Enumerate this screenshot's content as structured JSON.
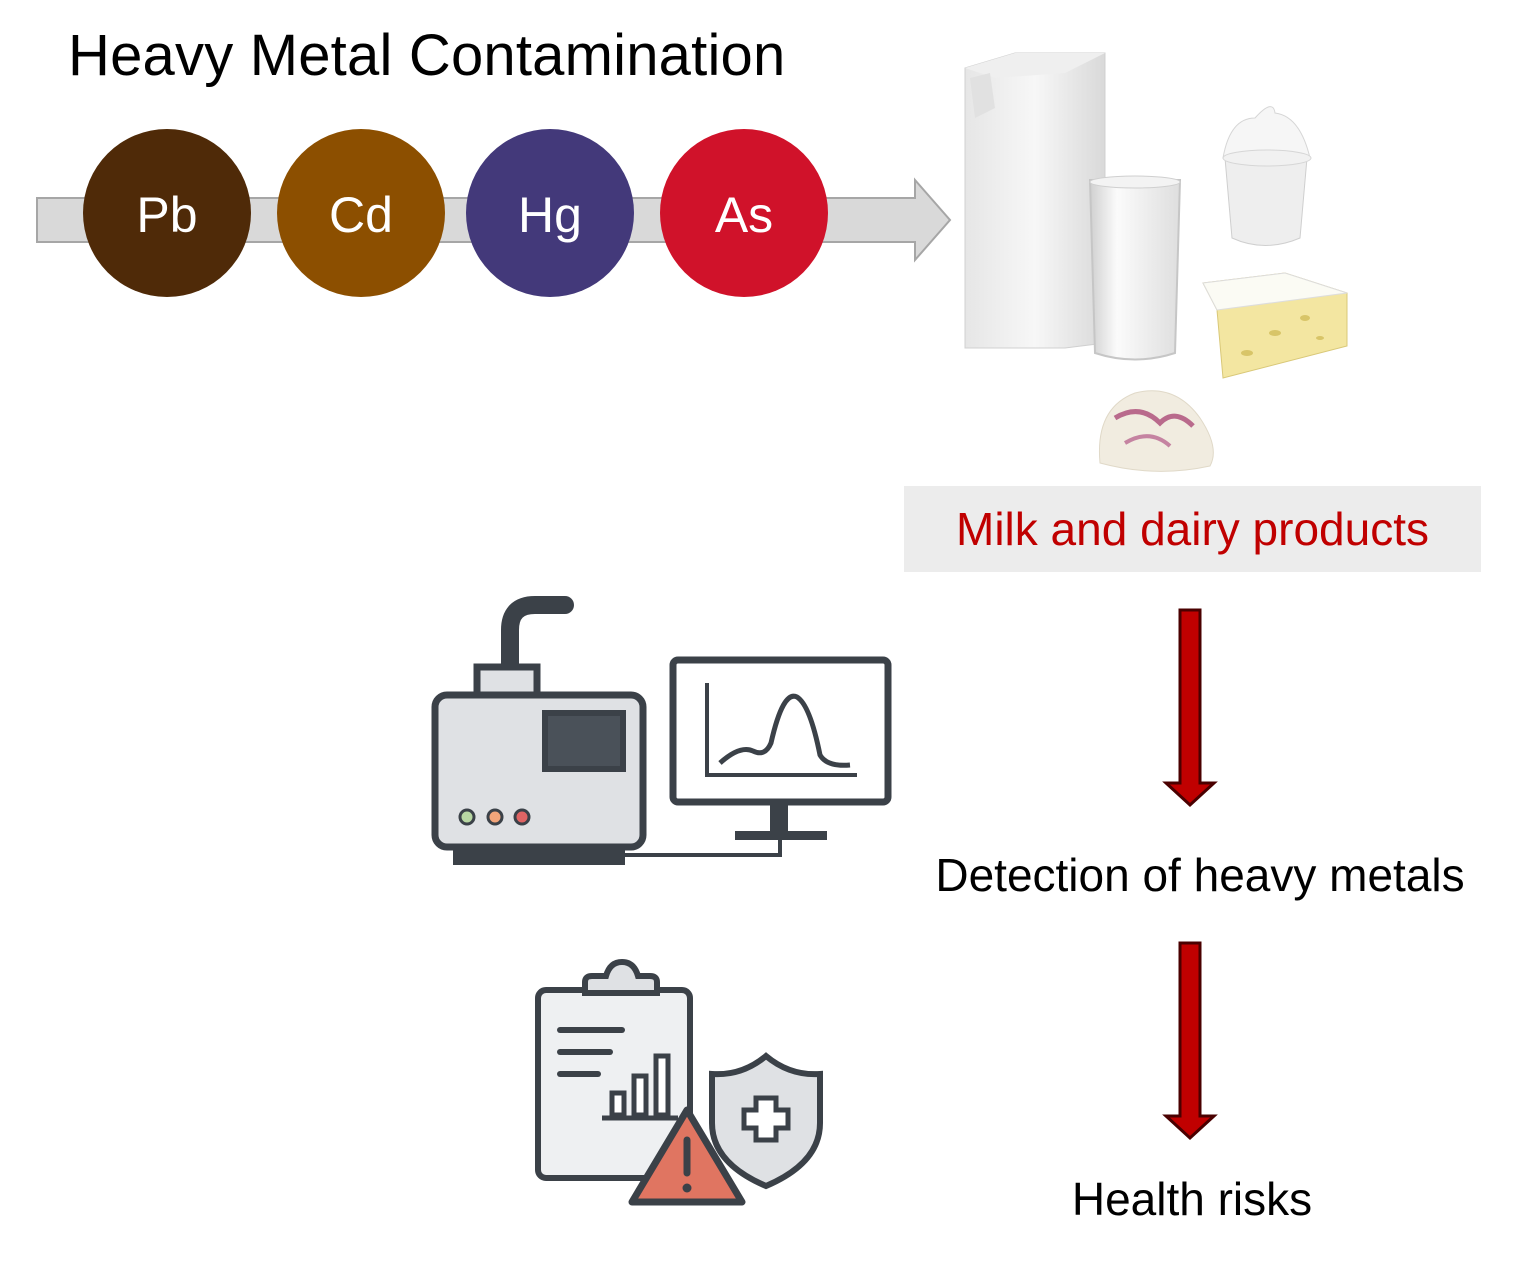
{
  "title": "Heavy Metal Contamination",
  "metals": [
    {
      "symbol": "Pb",
      "color": "#4f2a08"
    },
    {
      "symbol": "Cd",
      "color": "#8c4f00"
    },
    {
      "symbol": "Hg",
      "color": "#43397a"
    },
    {
      "symbol": "As",
      "color": "#d0122a"
    }
  ],
  "flow": {
    "dairy_label": "Milk and dairy products",
    "detection_label": "Detection of heavy metals",
    "health_label": "Health risks",
    "arrow_color": "#c00000"
  },
  "icons": {
    "products": [
      "milk-carton-icon",
      "milk-glass-icon",
      "yogurt-cup-icon",
      "cheese-wedge-icon",
      "ice-cream-scoop-icon"
    ],
    "analyzer": "spectrometer-instrument-icon",
    "monitor": "chromatogram-monitor-icon",
    "report": "clipboard-report-icon",
    "warning": "warning-triangle-icon",
    "shield": "health-shield-icon"
  }
}
